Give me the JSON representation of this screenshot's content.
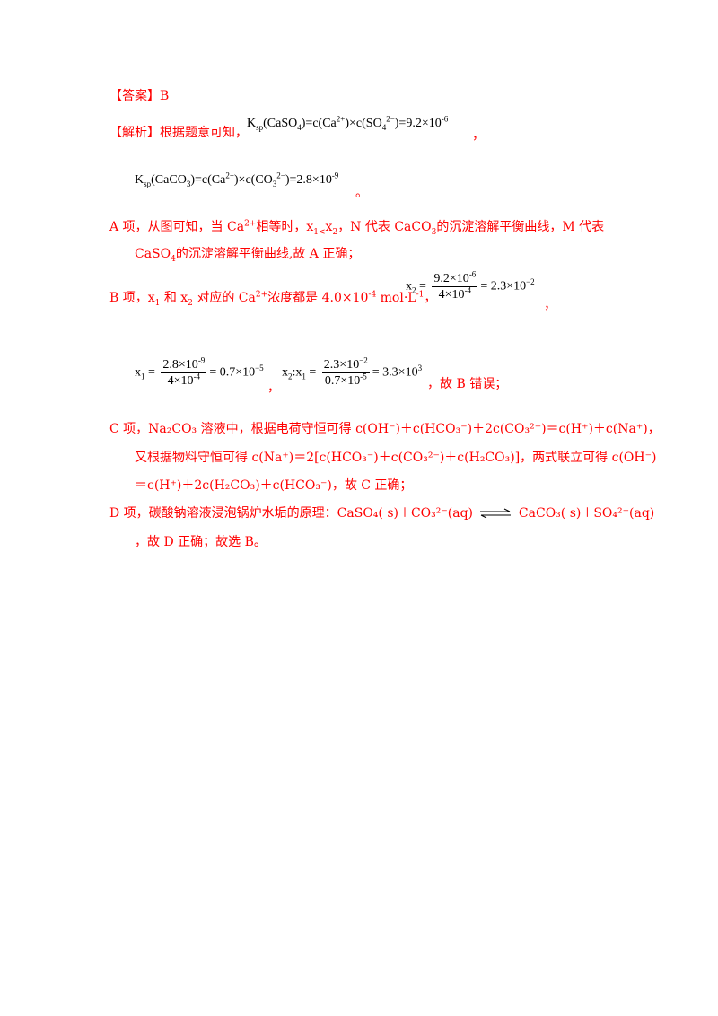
{
  "answer": {
    "label": "【答案】",
    "value": "B"
  },
  "analysis": {
    "label": "【解析】",
    "lead": "根据题意可知，"
  },
  "ksp_caso4": {
    "k": "K",
    "k_sub": "sp",
    "text": "(CaSO",
    "s4": "4",
    "mid": ")=c(Ca",
    "sup_ca": "2+",
    "mult": ")×c(SO",
    "so_sub": "4",
    "so_sup": "2−",
    "end": ")=9.2×10",
    "exp": "-6",
    "tail": "，"
  },
  "ksp_caco3": {
    "k": "K",
    "k_sub": "sp",
    "text": "(CaCO",
    "s3": "3",
    "mid": ")=c(Ca",
    "sup_ca": "2+",
    "mult": ")×c(CO",
    "co_sub": "3",
    "co_sup": "2−",
    "end": ")=2.8×10",
    "exp": "-9",
    "tail": "。"
  },
  "itemA": {
    "line1_a": "A 项，从图可知，当 Ca",
    "line1_sup": "2+",
    "line1_b": "相等时，x",
    "line1_sub": "1<",
    "line1_c": "x",
    "line1_sub2": "2",
    "line1_d": "，N 代表 CaCO",
    "line1_sub3": "3",
    "line1_e": "的沉淀溶解平衡曲线，M 代表",
    "line2_a": "CaSO",
    "line2_sub": "4",
    "line2_b": "的沉淀溶解平衡曲线,故 A 正确；"
  },
  "itemB": {
    "a": "B 项，x",
    "sub1": "1",
    "b": " 和 x",
    "sub2": "2",
    "c": " 对应的 Ca",
    "sup": "2+",
    "d": "浓度都是 4.0×10",
    "exp": "-4",
    "e": " mol·L",
    "exp2": "-1",
    "f": "，",
    "x2_lhs": "x",
    "x2_sub": "2",
    "x2_num": "9.2×10",
    "x2_num_exp": "-6",
    "x2_den": "4×10",
    "x2_den_exp": "-4",
    "x2_res": "= 2.3×10",
    "x2_res_exp": "−2",
    "x2_tail": "，",
    "x1_lhs": "x",
    "x1_sub": "1",
    "x1_num": "2.8×10",
    "x1_num_exp": "-9",
    "x1_den": "4×10",
    "x1_den_exp": "-4",
    "x1_res": "= 0.7×10",
    "x1_res_exp": "−5",
    "sep": "，",
    "ratio_lhs": "x",
    "ratio_sub2": "2",
    "ratio_colon": ":x",
    "ratio_sub1": "1",
    "ratio_num": "2.3×10",
    "ratio_num_exp": "−2",
    "ratio_den": "0.7×10",
    "ratio_den_exp": "-5",
    "ratio_res": "= 3.3×10",
    "ratio_res_exp": "3",
    "end": "，故 B 错误；"
  },
  "itemC": {
    "l1": "C 项，Na₂CO₃ 溶液中，根据电荷守恒可得 c(OH⁻)＋c(HCO₃⁻)＋2c(CO₃²⁻)＝c(H⁺)＋c(Na⁺)，",
    "l2": "又根据物料守恒可得 c(Na⁺)＝2[c(HCO₃⁻)＋c(CO₃²⁻)＋c(H₂CO₃)]，两式联立可得 c(OH⁻)",
    "l3": "＝c(H⁺)＋2c(H₂CO₃)＋c(HCO₃⁻)，故 C 正确；"
  },
  "itemD": {
    "l1a": "D 项，碳酸钠溶液浸泡锅炉水垢的原理：CaSO₄( s)＋CO₃²⁻(aq)",
    "l1b": "CaCO₃( s)＋SO₄²⁻(aq)",
    "l2": "，故 D 正确；故选 B。"
  },
  "colors": {
    "text_red": "#ff0000",
    "formula_black": "#000000"
  }
}
